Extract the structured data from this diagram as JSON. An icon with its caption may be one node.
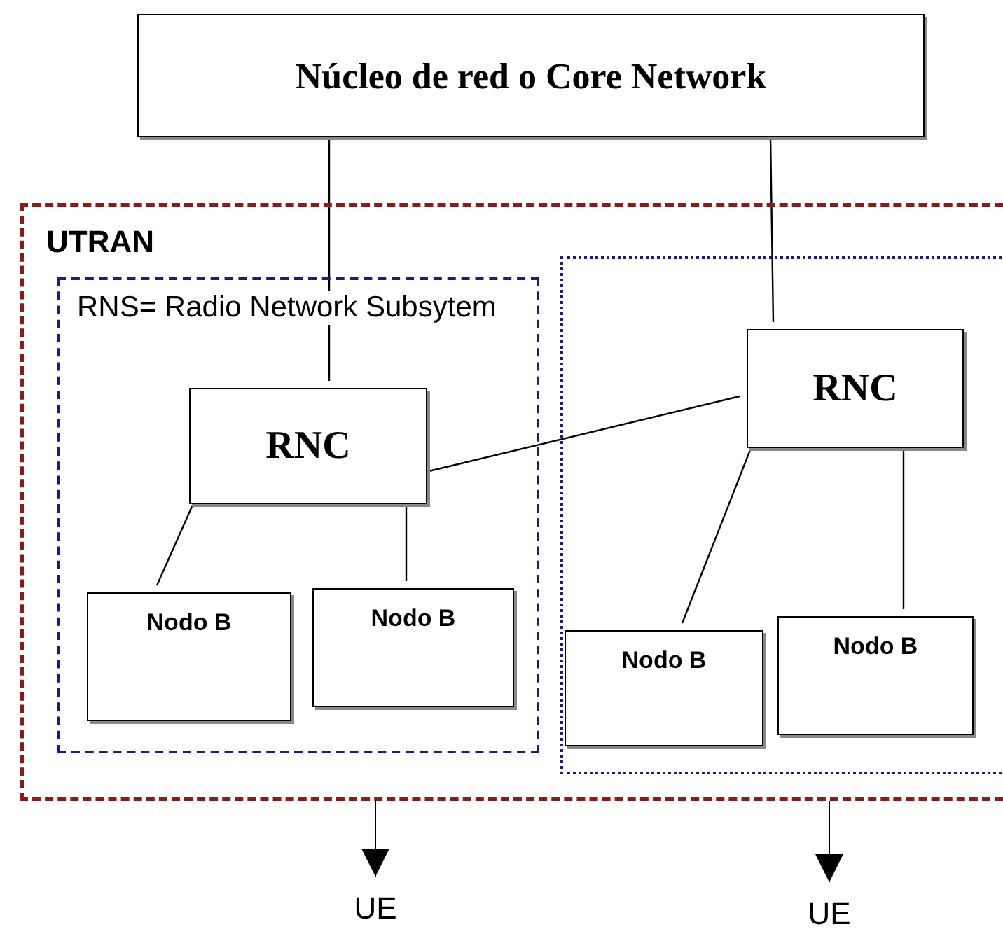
{
  "diagram": {
    "nodes": [
      {
        "text": [
          "Núcleo de red o Core Network"
        ]
      },
      {
        "text": [
          "UTRAN"
        ]
      },
      {
        "text": [
          "RNS= Radio Network Subsytem"
        ],
        "in": 1
      },
      {
        "text": [
          "RNC"
        ],
        "in": 2
      },
      {
        "text": [
          "Nodo B"
        ],
        "in": 2
      },
      {
        "text": [
          "Nodo B"
        ],
        "in": 2
      },
      {
        "text": [],
        "shape": "box",
        "in": 1
      },
      {
        "text": [
          "RNC"
        ],
        "in": 6
      },
      {
        "text": [
          "Nodo B"
        ],
        "in": 6
      },
      {
        "text": [
          "Nodo B"
        ],
        "in": 6
      },
      {
        "text": [
          "UE"
        ]
      },
      {
        "text": [
          "UE"
        ]
      }
    ],
    "edges": [
      {
        "from": 0,
        "to": 3,
        "arrow": "none"
      },
      {
        "from": 0,
        "to": 7,
        "arrow": "none"
      },
      {
        "from": 3,
        "to": 7,
        "arrow": "none"
      },
      {
        "from": 3,
        "to": 4,
        "arrow": "none"
      },
      {
        "from": 3,
        "to": 5,
        "arrow": "none"
      },
      {
        "from": 7,
        "to": 8,
        "arrow": "none"
      },
      {
        "from": 7,
        "to": 9,
        "arrow": "none"
      },
      {
        "from": 1,
        "to": 10,
        "arrow": "to"
      },
      {
        "from": 1,
        "to": 11,
        "arrow": "to"
      }
    ]
  }
}
